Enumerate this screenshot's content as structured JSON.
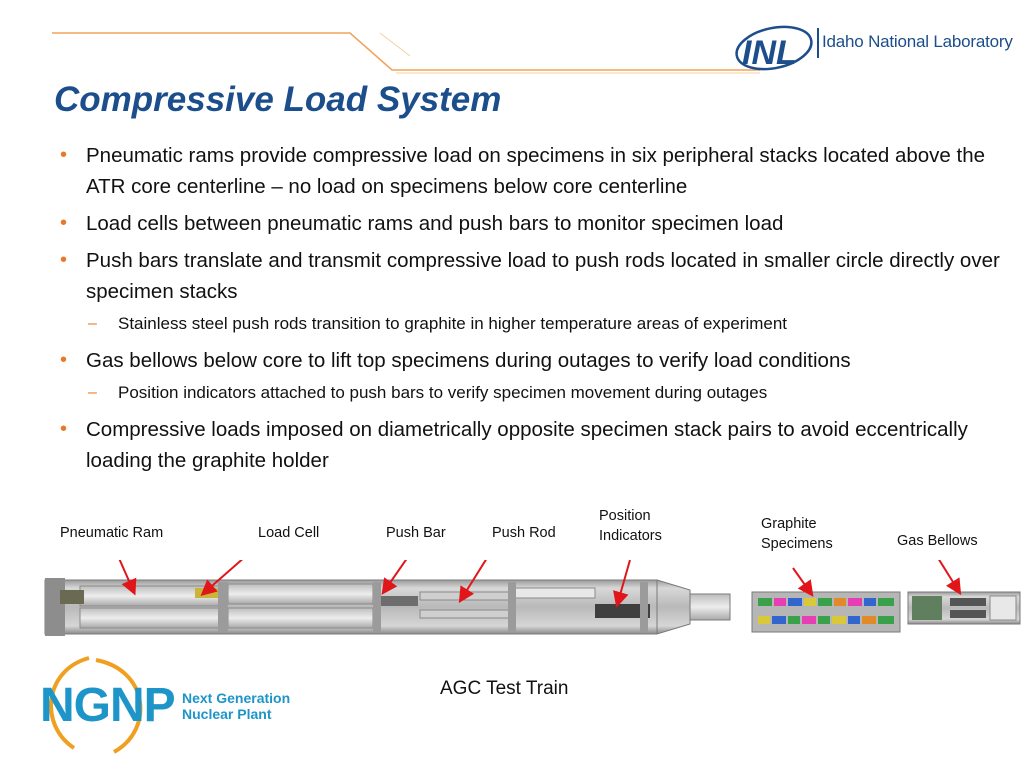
{
  "header": {
    "title": "Compressive Load System",
    "inl_logo_letters": "INL",
    "inl_name": "Idaho National Laboratory"
  },
  "bullets": [
    {
      "level": 1,
      "text": "Pneumatic rams provide compressive load on specimens in six peripheral stacks located above the ATR core centerline – no load on specimens below core centerline"
    },
    {
      "level": 1,
      "text": "Load cells between pneumatic rams and push bars to monitor specimen load"
    },
    {
      "level": 1,
      "text": "Push bars translate and transmit compressive load to push rods located in smaller circle directly over specimen stacks"
    },
    {
      "level": 2,
      "text": "Stainless steel push rods transition to graphite in higher temperature areas of experiment"
    },
    {
      "level": 1,
      "text": "Gas bellows below core to lift top specimens during outages to verify load conditions"
    },
    {
      "level": 2,
      "text": "Position indicators attached to push bars to verify specimen movement during outages"
    },
    {
      "level": 1,
      "text": "Compressive loads imposed on diametrically opposite specimen stack pairs to avoid eccentrically loading the graphite holder"
    }
  ],
  "figure": {
    "labels": {
      "pneumatic_ram": "Pneumatic Ram",
      "load_cell": "Load Cell",
      "push_bar": "Push Bar",
      "push_rod": "Push Rod",
      "position_line1": "Position",
      "position_line2": "Indicators",
      "graphite_line1": "Graphite",
      "graphite_line2": "Specimens",
      "gas_bellows": "Gas Bellows"
    },
    "caption": "AGC Test Train"
  },
  "footer": {
    "ngnp_word": "NGNP",
    "ngnp_line1": "Next Generation",
    "ngnp_line2": "Nuclear Plant"
  },
  "colors": {
    "title_blue": "#1c4e8c",
    "bullet_orange": "#e8792b",
    "arrow_red": "#e0161b",
    "ngnp_blue": "#1d95c9"
  }
}
